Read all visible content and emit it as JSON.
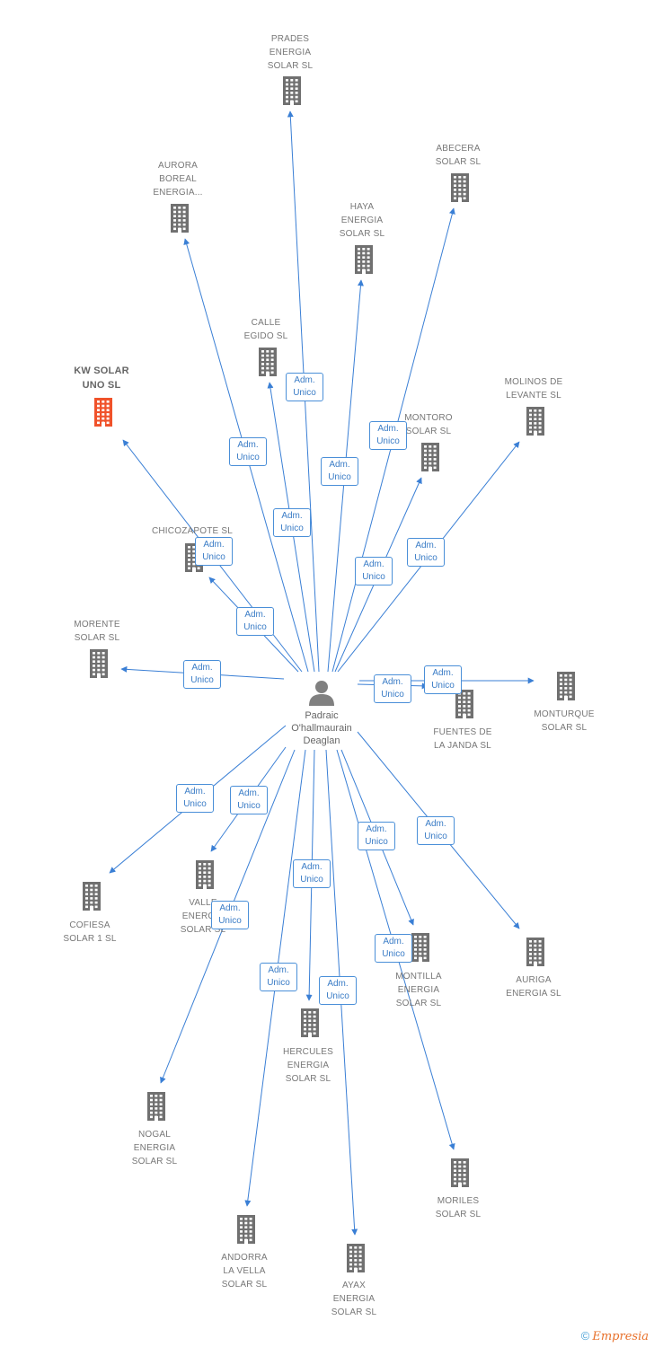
{
  "person": {
    "name_lines": [
      "Padraic",
      "O'hallmaurain",
      "Deaglan"
    ]
  },
  "relation": {
    "line1": "Adm.",
    "line2": "Unico"
  },
  "colors": {
    "edge": "#3a7fd5",
    "building": "#707070",
    "highlight": "#f0522a",
    "badge_border": "#4a8fd8"
  },
  "companies": [
    {
      "id": "prades",
      "lines": [
        "PRADES",
        "ENERGIA",
        "SOLAR SL"
      ]
    },
    {
      "id": "abecera",
      "lines": [
        "ABECERA",
        "SOLAR SL"
      ]
    },
    {
      "id": "aurora",
      "lines": [
        "AURORA",
        "BOREAL",
        "ENERGIA..."
      ]
    },
    {
      "id": "haya",
      "lines": [
        "HAYA",
        "ENERGIA",
        "SOLAR SL"
      ]
    },
    {
      "id": "calle",
      "lines": [
        "CALLE",
        "EGIDO SL"
      ]
    },
    {
      "id": "kw",
      "lines": [
        "KW SOLAR",
        "UNO SL"
      ],
      "highlight": true
    },
    {
      "id": "molinos",
      "lines": [
        "MOLINOS DE",
        "LEVANTE SL"
      ]
    },
    {
      "id": "montoro",
      "lines": [
        "MONTORO",
        "SOLAR SL"
      ]
    },
    {
      "id": "chicozapote",
      "lines": [
        "CHICOZAPOTE SL"
      ]
    },
    {
      "id": "morente",
      "lines": [
        "MORENTE",
        "SOLAR SL"
      ]
    },
    {
      "id": "fuentes",
      "lines": [
        "FUENTES DE",
        "LA JANDA SL"
      ]
    },
    {
      "id": "monturque",
      "lines": [
        "MONTURQUE",
        "SOLAR SL"
      ]
    },
    {
      "id": "cofiesa",
      "lines": [
        "COFIESA",
        "SOLAR 1 SL"
      ]
    },
    {
      "id": "valle",
      "lines": [
        "VALLE",
        "ENERGIA",
        "SOLAR SL"
      ]
    },
    {
      "id": "auriga",
      "lines": [
        "AURIGA",
        "ENERGIA SL"
      ]
    },
    {
      "id": "montilla",
      "lines": [
        "MONTILLA",
        "ENERGIA",
        "SOLAR SL"
      ]
    },
    {
      "id": "hercules",
      "lines": [
        "HERCULES",
        "ENERGIA",
        "SOLAR SL"
      ]
    },
    {
      "id": "nogal",
      "lines": [
        "NOGAL",
        "ENERGIA",
        "SOLAR SL"
      ]
    },
    {
      "id": "moriles",
      "lines": [
        "MORILES",
        "SOLAR SL"
      ]
    },
    {
      "id": "andorra",
      "lines": [
        "ANDORRA",
        "LA VELLA",
        "SOLAR SL"
      ]
    },
    {
      "id": "ayax",
      "lines": [
        "AYAX",
        "ENERGIA",
        "SOLAR SL"
      ]
    }
  ],
  "footer": {
    "copyright": "©",
    "brand": "Empresia"
  }
}
